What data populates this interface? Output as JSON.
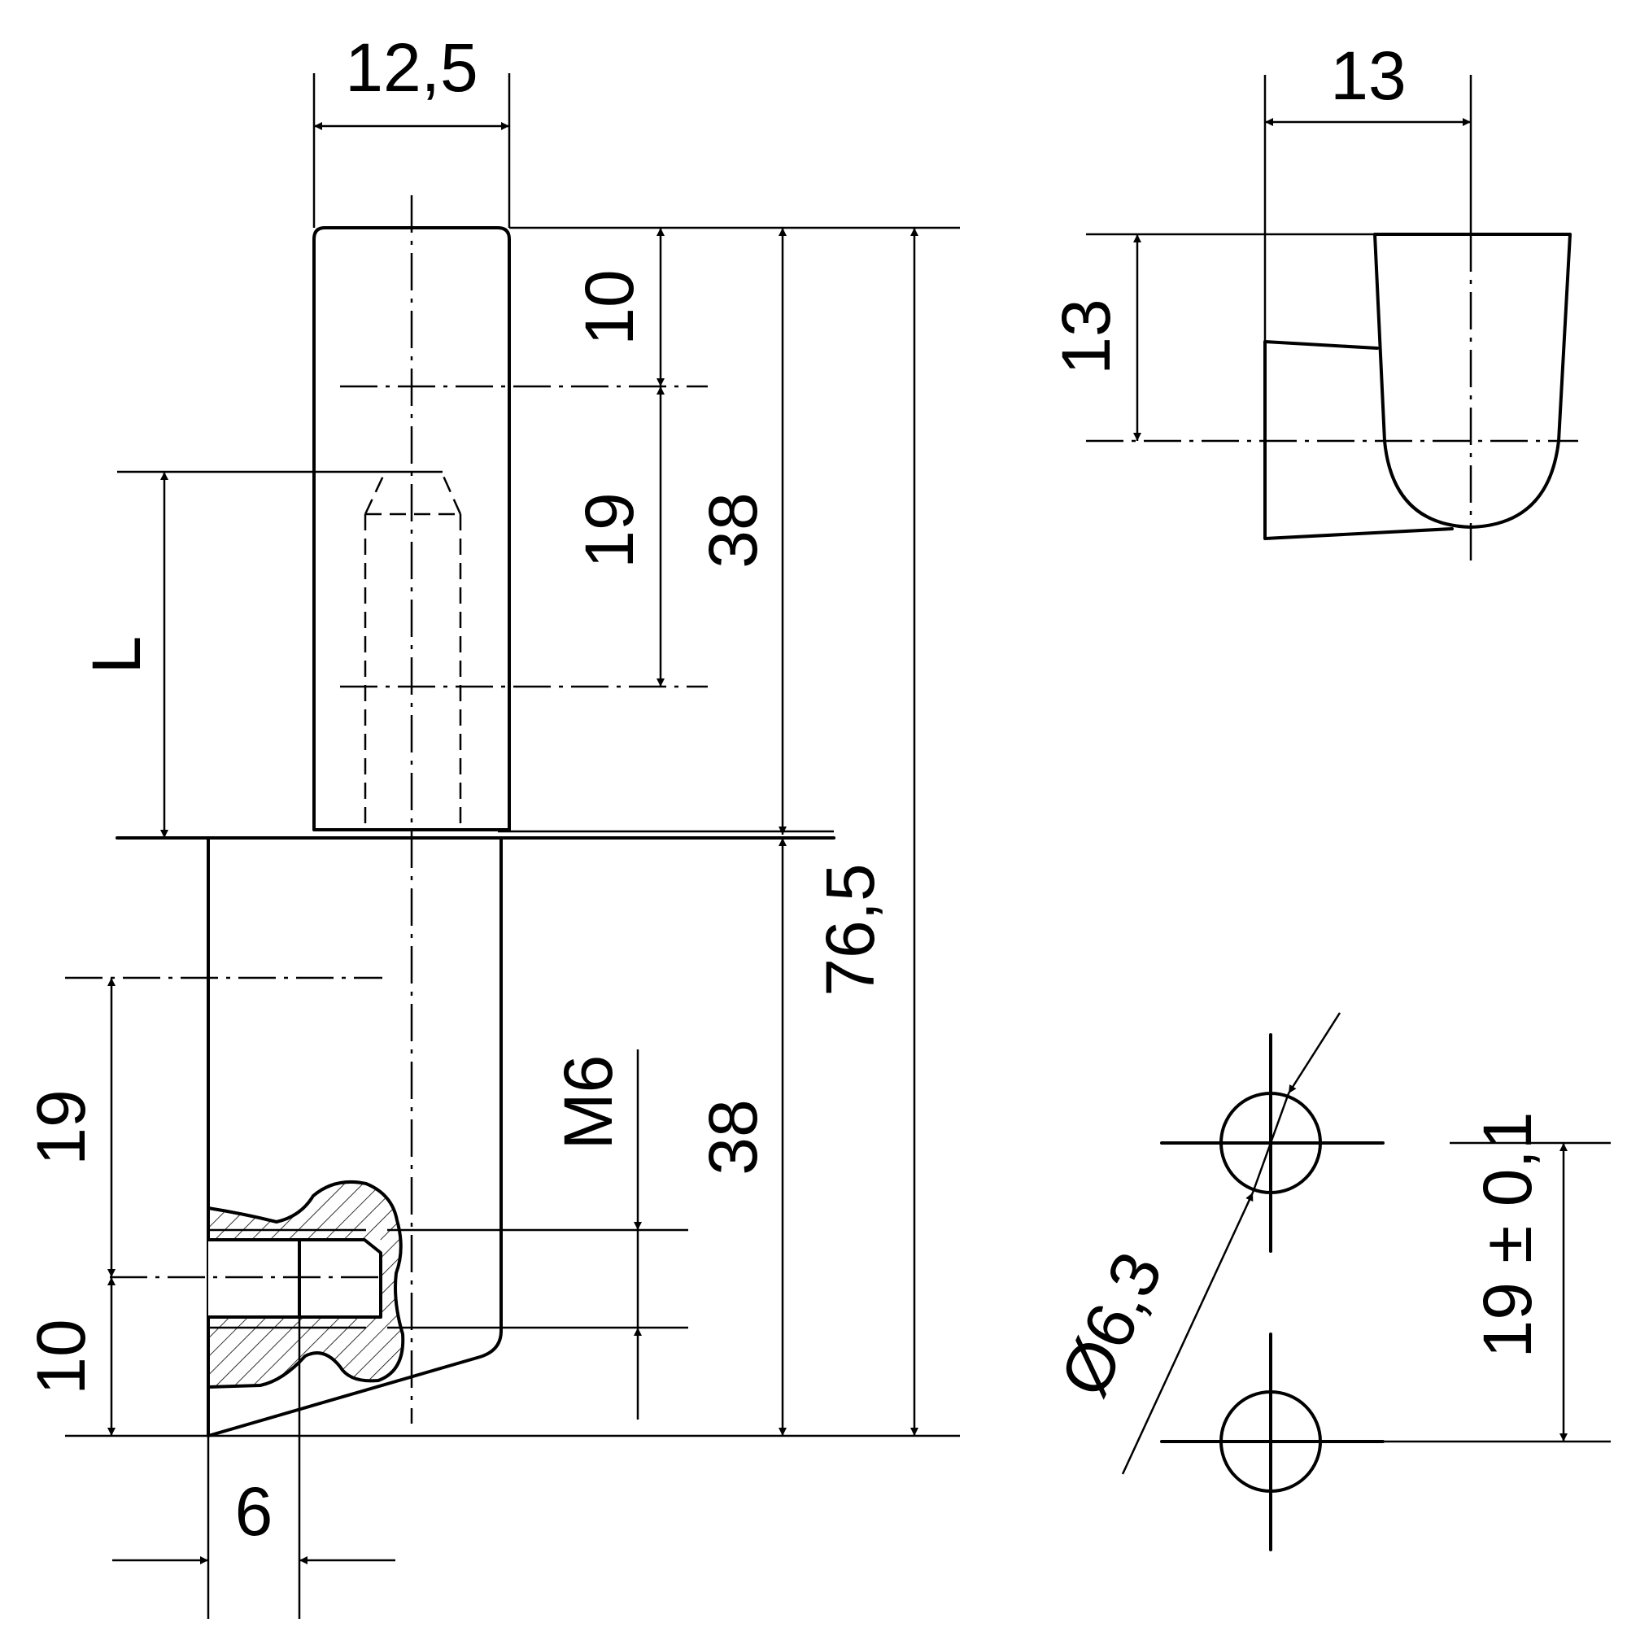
{
  "labels": {
    "top_width": "12,5",
    "upper_top_segment": "10",
    "upper_middle_segment": "19",
    "upper_height": "38",
    "total_height": "76,5",
    "insert_length": "L",
    "lower_height": "38",
    "lower_hole_spacing": "19",
    "lower_bottom_segment": "10",
    "thread": "M6",
    "bottom_offset": "6",
    "side_width": "13",
    "side_height": "13",
    "hole_diameter": "Ø6,3",
    "hole_pitch": "19 ± 0,1"
  }
}
